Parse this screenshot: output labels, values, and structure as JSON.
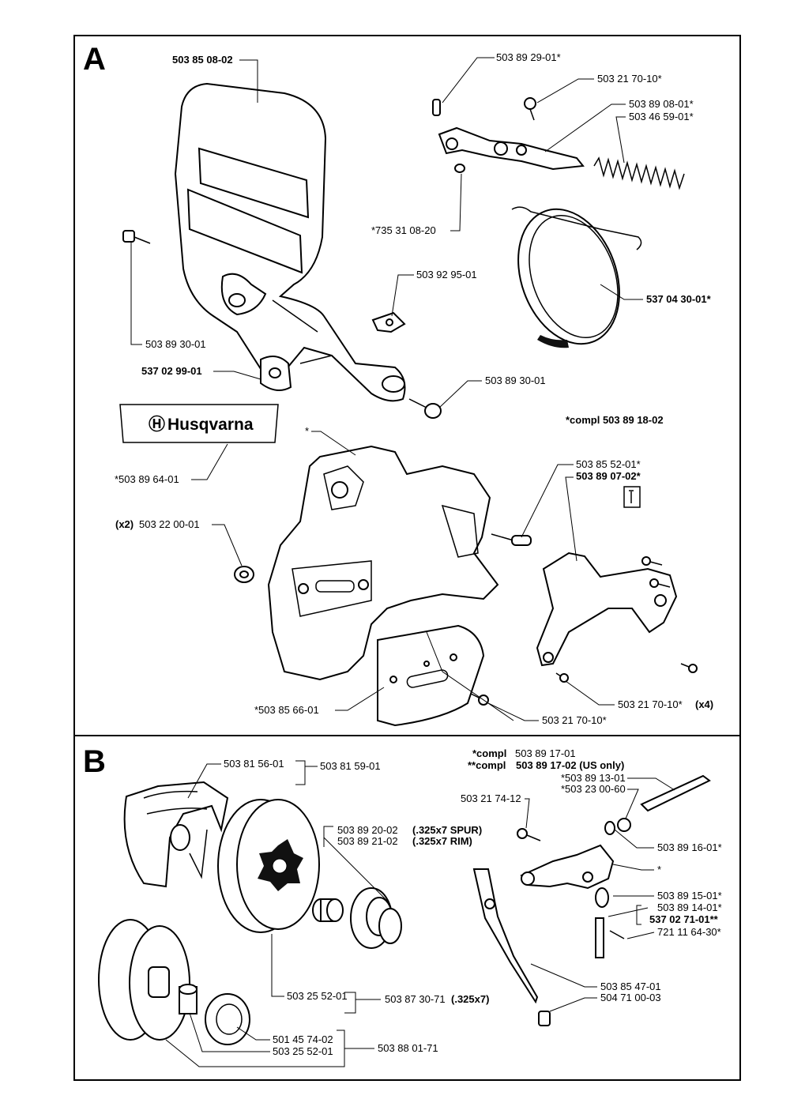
{
  "sections": {
    "a": "A",
    "b": "B"
  },
  "logo": {
    "text": "Husqvarna",
    "symbol": "Ⓗ"
  },
  "section_a": {
    "guard": {
      "part": "503 85 08-02"
    },
    "pin": {
      "part": "503 89 29-01*"
    },
    "screw_lever": {
      "part": "503 21 70-10*"
    },
    "lever": {
      "part1": "503 89 08-01*",
      "part2": "503 46 59-01*"
    },
    "washer": {
      "part": "*735 31 08-20"
    },
    "spring_clip": {
      "part": "503 92 95-01"
    },
    "brake_band": {
      "part": "537 04 30-01*"
    },
    "screw_left": {
      "part": "503 89 30-01"
    },
    "spring_holder": {
      "part": "537 02 99-01"
    },
    "screw_right": {
      "part": "503 89 30-01"
    },
    "compl": {
      "text": "*compl 503 89 18-02"
    },
    "decal": {
      "part": "*503 89 64-01"
    },
    "cover_star": {
      "text": "*"
    },
    "bolt": {
      "part": "503 85 52-01*"
    },
    "catcher": {
      "part": "503 89 07-02*"
    },
    "nut": {
      "qty": "(x2)",
      "part": "503 22 00-01"
    },
    "plate": {
      "part": "*503 85 66-01"
    },
    "screw_plate": {
      "part": "503 21 70-10*"
    },
    "screws_x4": {
      "part": "503 21 70-10*",
      "qty": "(x4)"
    }
  },
  "section_b": {
    "clutch_shoe": {
      "part": "503 81 56-01",
      "group": "503 81 59-01"
    },
    "compl1": {
      "prefix": "*compl",
      "part": "503 89 17-01"
    },
    "compl2": {
      "prefix": "**compl",
      "part": "503 89 17-02 (US only)"
    },
    "rod": {
      "part": "*503 89 13-01"
    },
    "washer": {
      "part": "*503 23 00-60"
    },
    "screw": {
      "part": "503 21 74-12"
    },
    "spring1": {
      "part": "503 89 16-01*"
    },
    "arm_star": {
      "text": "*"
    },
    "spur": {
      "part": "503 89 20-02",
      "note": "(.325x7 SPUR)"
    },
    "rim": {
      "part": "503 89 21-02",
      "note": "(.325x7 RIM)"
    },
    "spring2": {
      "part": "503 89 15-01*"
    },
    "pin": {
      "part": "503 89 14-01*"
    },
    "kit": {
      "part": "537 02 71-01**"
    },
    "rollpin": {
      "part": "721 11 64-30*"
    },
    "bearing": {
      "part": "503 25 52-01"
    },
    "drum": {
      "part": "503 87 30-71",
      "note": "(.325x7)"
    },
    "wire": {
      "part": "503 85 47-01"
    },
    "knob": {
      "part": "504 71 00-03"
    },
    "rim_sprocket": {
      "part": "501 45 74-02"
    },
    "bearing2": {
      "part": "503 25 52-01"
    },
    "drum2": {
      "part": "503 88 01-71"
    }
  }
}
